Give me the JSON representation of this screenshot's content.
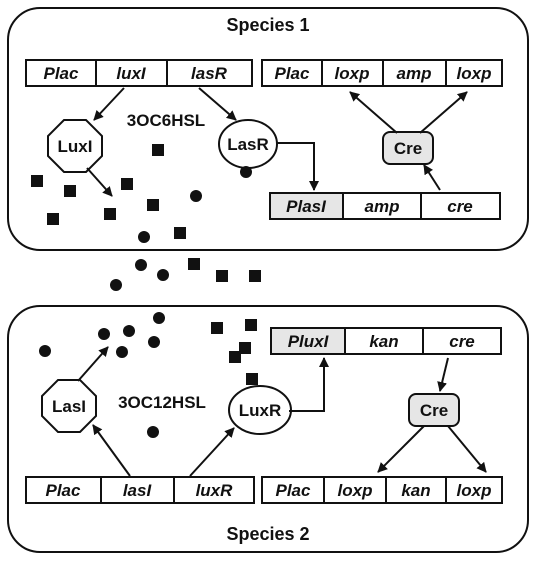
{
  "species1": {
    "title": "Species 1",
    "operon_a": [
      "Plac",
      "luxI",
      "lasR"
    ],
    "operon_b": [
      "Plac",
      "loxp",
      "amp",
      "loxp"
    ],
    "operon_c": [
      "PlasI",
      "amp",
      "cre"
    ],
    "protein_luxi": "LuxI",
    "protein_lasr": "LasR",
    "protein_cre": "Cre",
    "signal": "3OC6HSL"
  },
  "species2": {
    "title": "Species 2",
    "operon_a": [
      "PluxI",
      "kan",
      "cre"
    ],
    "operon_b": [
      "Plac",
      "lasI",
      "luxR"
    ],
    "operon_c": [
      "Plac",
      "loxp",
      "kan",
      "loxp"
    ],
    "protein_lasi": "LasI",
    "protein_luxr": "LuxR",
    "protein_cre": "Cre",
    "signal": "3OC12HSL"
  },
  "colors": {
    "ink": "#111111",
    "shade": "#e6e6e6"
  }
}
